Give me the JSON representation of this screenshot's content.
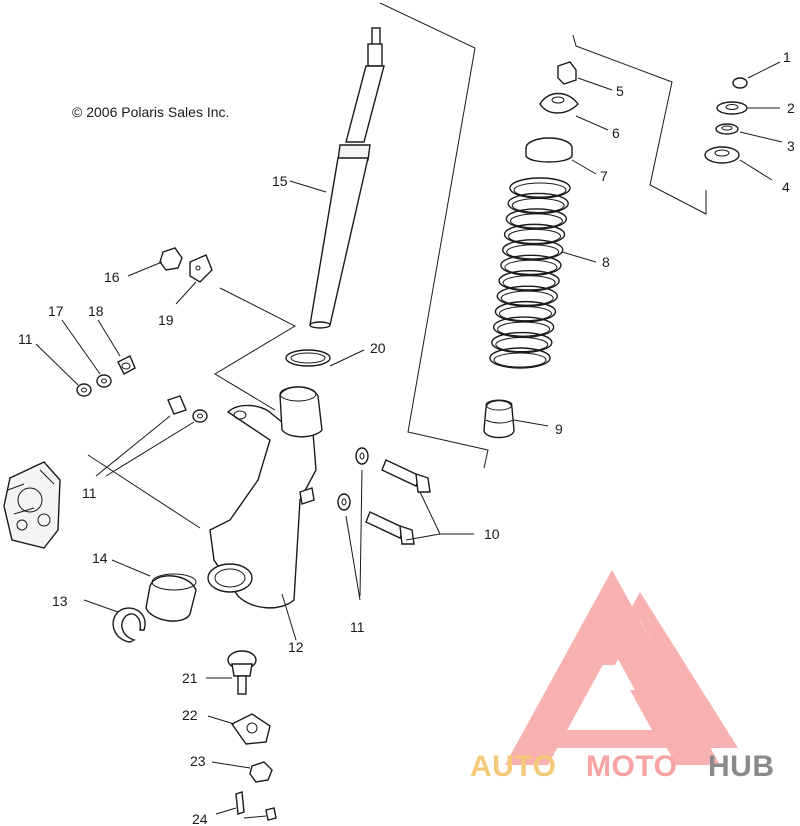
{
  "copyright": "© 2006 Polaris Sales Inc.",
  "callouts": {
    "n1": "1",
    "n2": "2",
    "n3": "3",
    "n4": "4",
    "n5": "5",
    "n6": "6",
    "n7": "7",
    "n8": "8",
    "n9": "9",
    "n10": "10",
    "n11a": "11",
    "n11b": "11",
    "n11c": "11",
    "n12": "12",
    "n13": "13",
    "n14": "14",
    "n15": "15",
    "n16": "16",
    "n17": "17",
    "n18": "18",
    "n19": "19",
    "n20": "20",
    "n21": "21",
    "n22": "22",
    "n23": "23",
    "n24": "24"
  },
  "watermark": {
    "part1": "AUTO",
    "part2": "MOTO",
    "part3": "HUB",
    "colors": {
      "logo": "#f26d6d",
      "accent": "#f5b942",
      "dark": "#3c3c3c"
    }
  }
}
